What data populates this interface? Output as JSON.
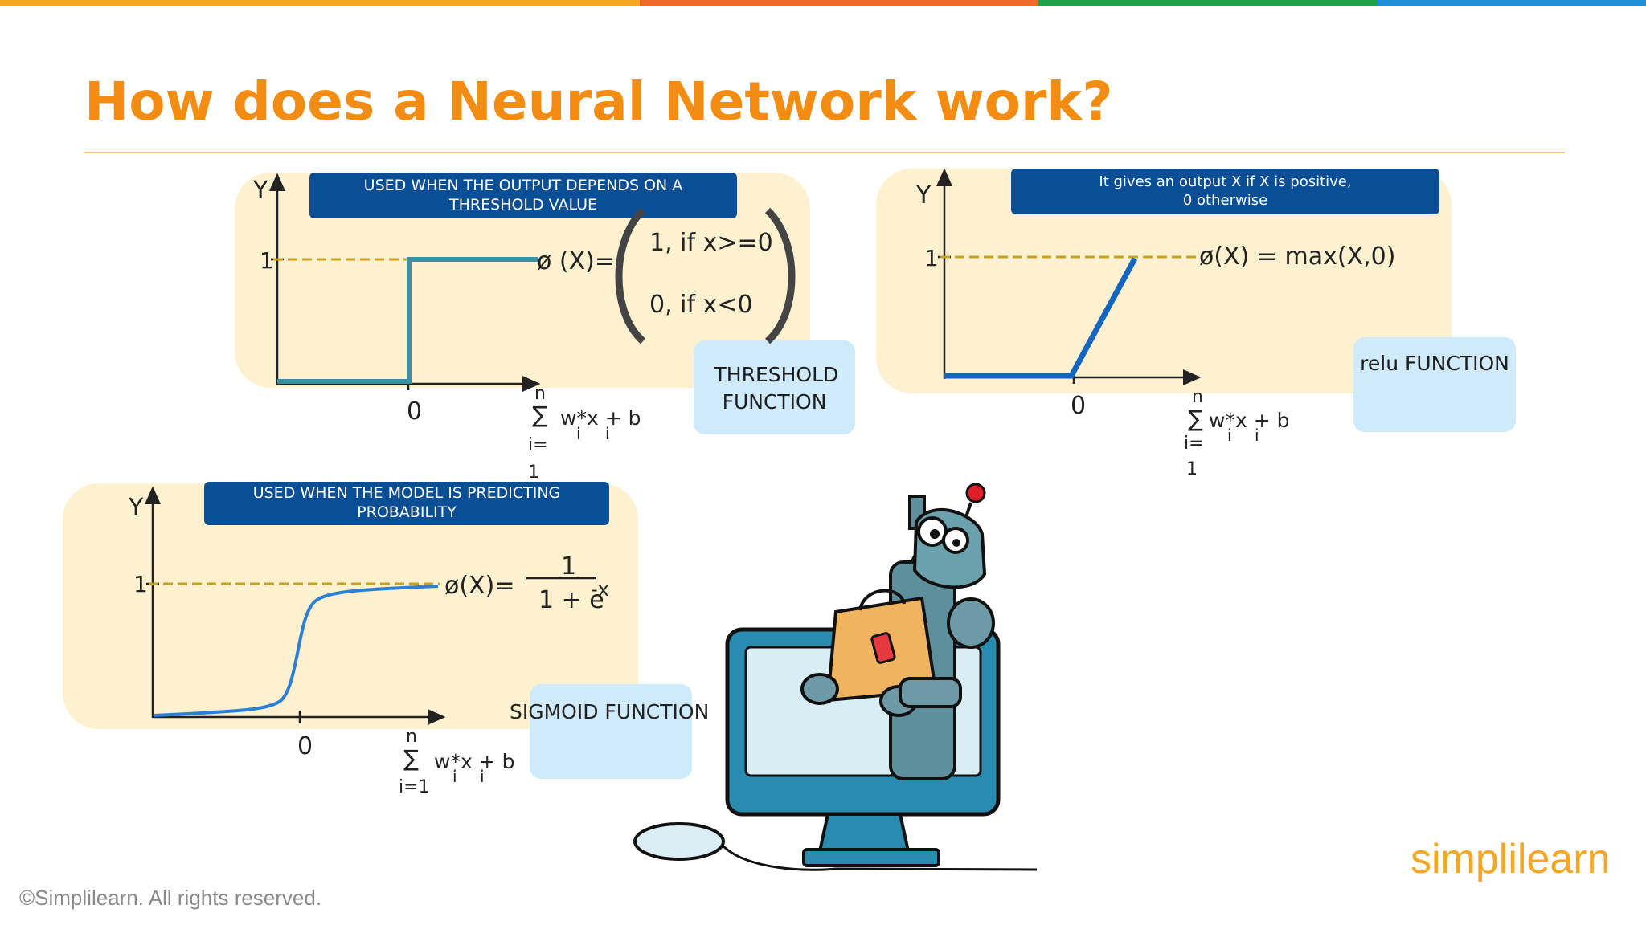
{
  "header": {
    "title": "How does a Neural Network work?",
    "bar_colors": [
      "#f5a623",
      "#ef6a2a",
      "#1fa14a",
      "#1e8fd6"
    ]
  },
  "threshold": {
    "banner": "USED WHEN THE OUTPUT DEPENDS ON A THRESHOLD VALUE",
    "y_label": "Y",
    "one_label": "1",
    "zero_label": "0",
    "phi": "ø (X)=",
    "case1": "1, if x>=0",
    "case2": "0, if x<0",
    "sum_n": "n",
    "sum_sigma": "∑",
    "sum_expr": "w*x + b",
    "sum_i1": "i",
    "sum_i2": "i",
    "sum_lower1": "i=",
    "sum_lower2": "1",
    "function_label": "THRESHOLD FUNCTION"
  },
  "relu": {
    "banner_line1": "It gives an output X if X is  positive,",
    "banner_line2": "0 otherwise",
    "y_label": "Y",
    "one_label": "1",
    "zero_label": "0",
    "formula": "ø(X) = max(X,0)",
    "sum_n": "n",
    "sum_sigma": "∑",
    "sum_expr": "w*x + b",
    "sum_i1": "i",
    "sum_i2": "i",
    "sum_lower1": "i=",
    "sum_lower2": "1",
    "function_label": "relu FUNCTION"
  },
  "sigmoid": {
    "banner": "USED WHEN THE MODEL IS PREDICTING PROBABILITY",
    "y_label": "Y",
    "one_label": "1",
    "zero_label": "0",
    "phi": "ø(X)=",
    "numerator": "1",
    "denominator": "1 + e",
    "exponent": "-x",
    "sum_n": "n",
    "sum_sigma": "∑",
    "sum_expr": "w*x + b",
    "sum_i1": "i",
    "sum_i2": "i",
    "sum_lower": "i=1",
    "function_label": "SIGMOID FUNCTION"
  },
  "footer": {
    "copyright": "©Simplilearn. All rights reserved.",
    "logo": "simplilearn"
  },
  "colors": {
    "title": "#f28c13",
    "banner": "#0a4f96",
    "panel": "#fdf1cf",
    "function_box": "#cfeafb",
    "dashed_line": "#c8a21a",
    "threshold_curve": "#3a8fa3",
    "relu_curve": "#1466c0",
    "sigmoid_curve": "#2b7fd6"
  }
}
